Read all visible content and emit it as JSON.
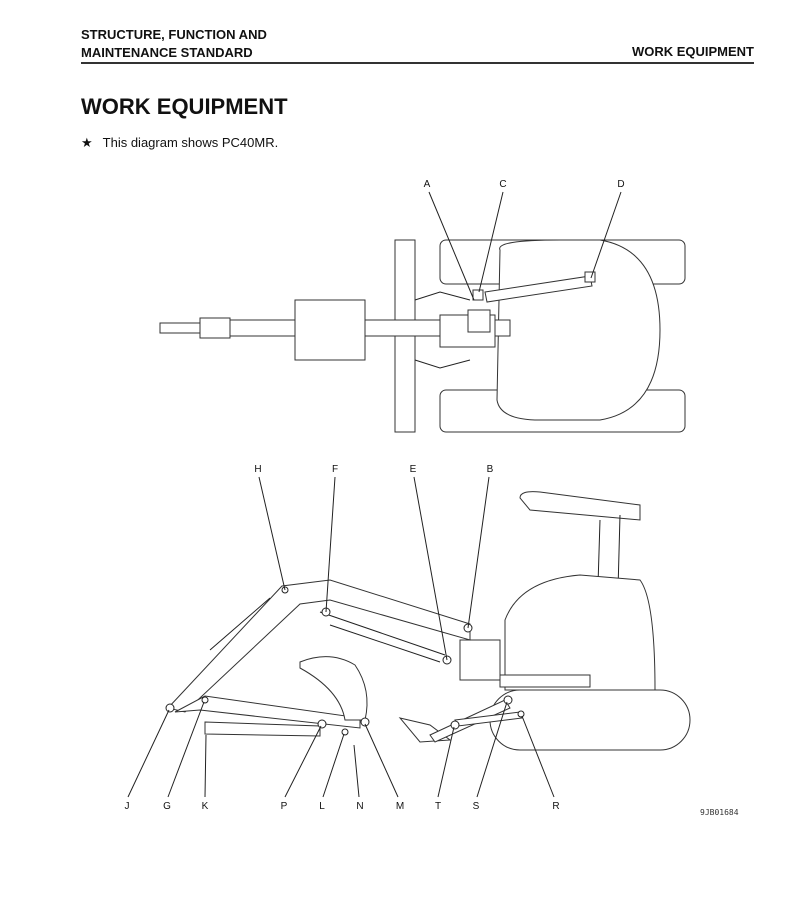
{
  "header": {
    "section_line1": "STRUCTURE, FUNCTION AND",
    "section_line2": "MAINTENANCE STANDARD",
    "chapter": "WORK EQUIPMENT"
  },
  "page": {
    "title": "WORK EQUIPMENT",
    "note_marker": "★",
    "note_text": "This diagram shows PC40MR."
  },
  "diagram": {
    "top_view_callouts": [
      "A",
      "C",
      "D"
    ],
    "side_view_top_callouts": [
      "H",
      "F",
      "E",
      "B"
    ],
    "side_view_bottom_callouts": [
      "J",
      "G",
      "K",
      "P",
      "L",
      "N",
      "M",
      "T",
      "S",
      "R"
    ],
    "figure_code": "9JB01684"
  }
}
